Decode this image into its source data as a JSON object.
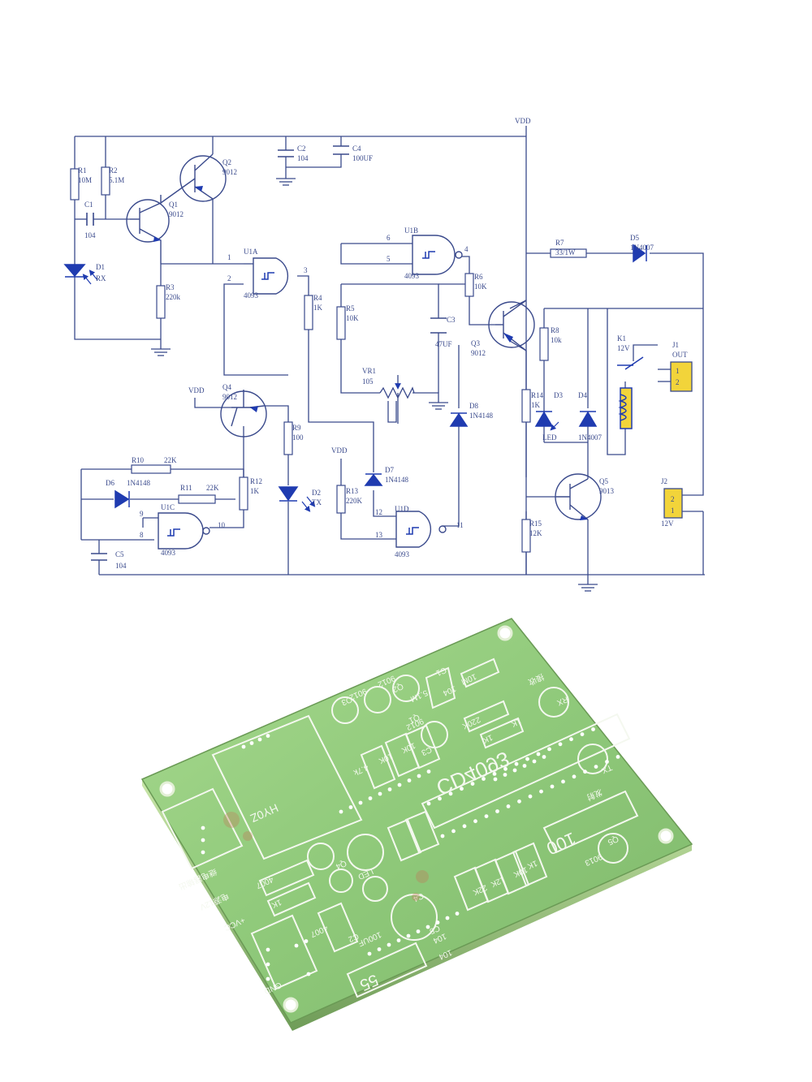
{
  "schematic": {
    "vdd_labels": [
      "VDD",
      "VDD",
      "VDD"
    ],
    "components": [
      {
        "id": "R1",
        "ref": "R1",
        "value": "10M"
      },
      {
        "id": "R2",
        "ref": "R2",
        "value": "5.1M"
      },
      {
        "id": "C1",
        "ref": "C1",
        "value": "104"
      },
      {
        "id": "Q1",
        "ref": "Q1",
        "value": "9012"
      },
      {
        "id": "Q2",
        "ref": "Q2",
        "value": "9012"
      },
      {
        "id": "C2",
        "ref": "C2",
        "value": "104"
      },
      {
        "id": "C4",
        "ref": "C4",
        "value": "100UF"
      },
      {
        "id": "D1",
        "ref": "D1",
        "value": "RX"
      },
      {
        "id": "R3",
        "ref": "R3",
        "value": "220k"
      },
      {
        "id": "U1A",
        "ref": "U1A",
        "value": "4093"
      },
      {
        "id": "U1B",
        "ref": "U1B",
        "value": "4093"
      },
      {
        "id": "R4",
        "ref": "R4",
        "value": "1K"
      },
      {
        "id": "R5",
        "ref": "R5",
        "value": "10K"
      },
      {
        "id": "R6",
        "ref": "R6",
        "value": "10K"
      },
      {
        "id": "C3",
        "ref": "C3",
        "value": "47UF"
      },
      {
        "id": "VR1",
        "ref": "VR1",
        "value": "105"
      },
      {
        "id": "Q3",
        "ref": "Q3",
        "value": "9012"
      },
      {
        "id": "R7",
        "ref": "R7",
        "value": "33/1W"
      },
      {
        "id": "D5",
        "ref": "D5",
        "value": "1N4007"
      },
      {
        "id": "R8",
        "ref": "R8",
        "value": "10k"
      },
      {
        "id": "K1",
        "ref": "K1",
        "value": "12V"
      },
      {
        "id": "J1",
        "ref": "J1",
        "value": "OUT"
      },
      {
        "id": "Q4",
        "ref": "Q4",
        "value": "9012"
      },
      {
        "id": "R9",
        "ref": "R9",
        "value": "100"
      },
      {
        "id": "D2",
        "ref": "D2",
        "value": "TX"
      },
      {
        "id": "D8",
        "ref": "D8",
        "value": "1N4148"
      },
      {
        "id": "R14",
        "ref": "R14",
        "value": "1K"
      },
      {
        "id": "D3",
        "ref": "D3",
        "value": "LED"
      },
      {
        "id": "D4",
        "ref": "D4",
        "value": "1N4007"
      },
      {
        "id": "R10",
        "ref": "R10",
        "value": "22K"
      },
      {
        "id": "D6",
        "ref": "D6",
        "value": "1N4148"
      },
      {
        "id": "R11",
        "ref": "R11",
        "value": "22K"
      },
      {
        "id": "R12",
        "ref": "R12",
        "value": "1K"
      },
      {
        "id": "U1C",
        "ref": "U1C",
        "value": "4093"
      },
      {
        "id": "C5",
        "ref": "C5",
        "value": "104"
      },
      {
        "id": "D7",
        "ref": "D7",
        "value": "1N4148"
      },
      {
        "id": "R13",
        "ref": "R13",
        "value": "220K"
      },
      {
        "id": "U1D",
        "ref": "U1D",
        "value": "4093"
      },
      {
        "id": "Q5",
        "ref": "Q5",
        "value": "9013"
      },
      {
        "id": "R15",
        "ref": "R15",
        "value": "12K"
      },
      {
        "id": "J2",
        "ref": "J2",
        "value": "12V"
      }
    ],
    "pins": [
      "1",
      "2",
      "3",
      "4",
      "5",
      "6",
      "8",
      "9",
      "10",
      "12",
      "13",
      "11",
      "1",
      "2",
      "2",
      "1"
    ]
  },
  "pcb": {
    "ic_label": "CD4093",
    "relay_label": "HY0Z",
    "crystal_label": "100",
    "bottom_label": "55",
    "silk_texts": [
      "10M",
      "5.1M",
      "104",
      "9012",
      "9012",
      "9012",
      "220K",
      "1K",
      "10K",
      "10K",
      "4.7k",
      "1K",
      "4007",
      "1K",
      "4007",
      "100UF",
      "104",
      "104",
      "22K",
      "12K",
      "10K",
      "1K",
      "9013",
      "接收",
      "发射",
      "电源12V",
      "+VCC",
      "GND",
      "继电器输出",
      "LED",
      "C1",
      "C2",
      "C3",
      "C4",
      "C5",
      "Q1",
      "Q2",
      "Q3",
      "Q4",
      "Q5",
      "RX",
      "TX"
    ]
  },
  "colors": {
    "schematic_line": "#3a4a8c",
    "component_blue": "#1f3bb0",
    "connector_yellow": "#f2d43a",
    "pcb_green": "#8fc97a",
    "silkscreen": "#f4f8ef"
  }
}
